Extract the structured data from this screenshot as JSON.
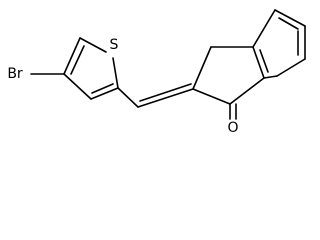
{
  "molecule": {
    "atoms": {
      "bromine": "Br",
      "sulfur": "S",
      "oxygen": "O"
    }
  }
}
